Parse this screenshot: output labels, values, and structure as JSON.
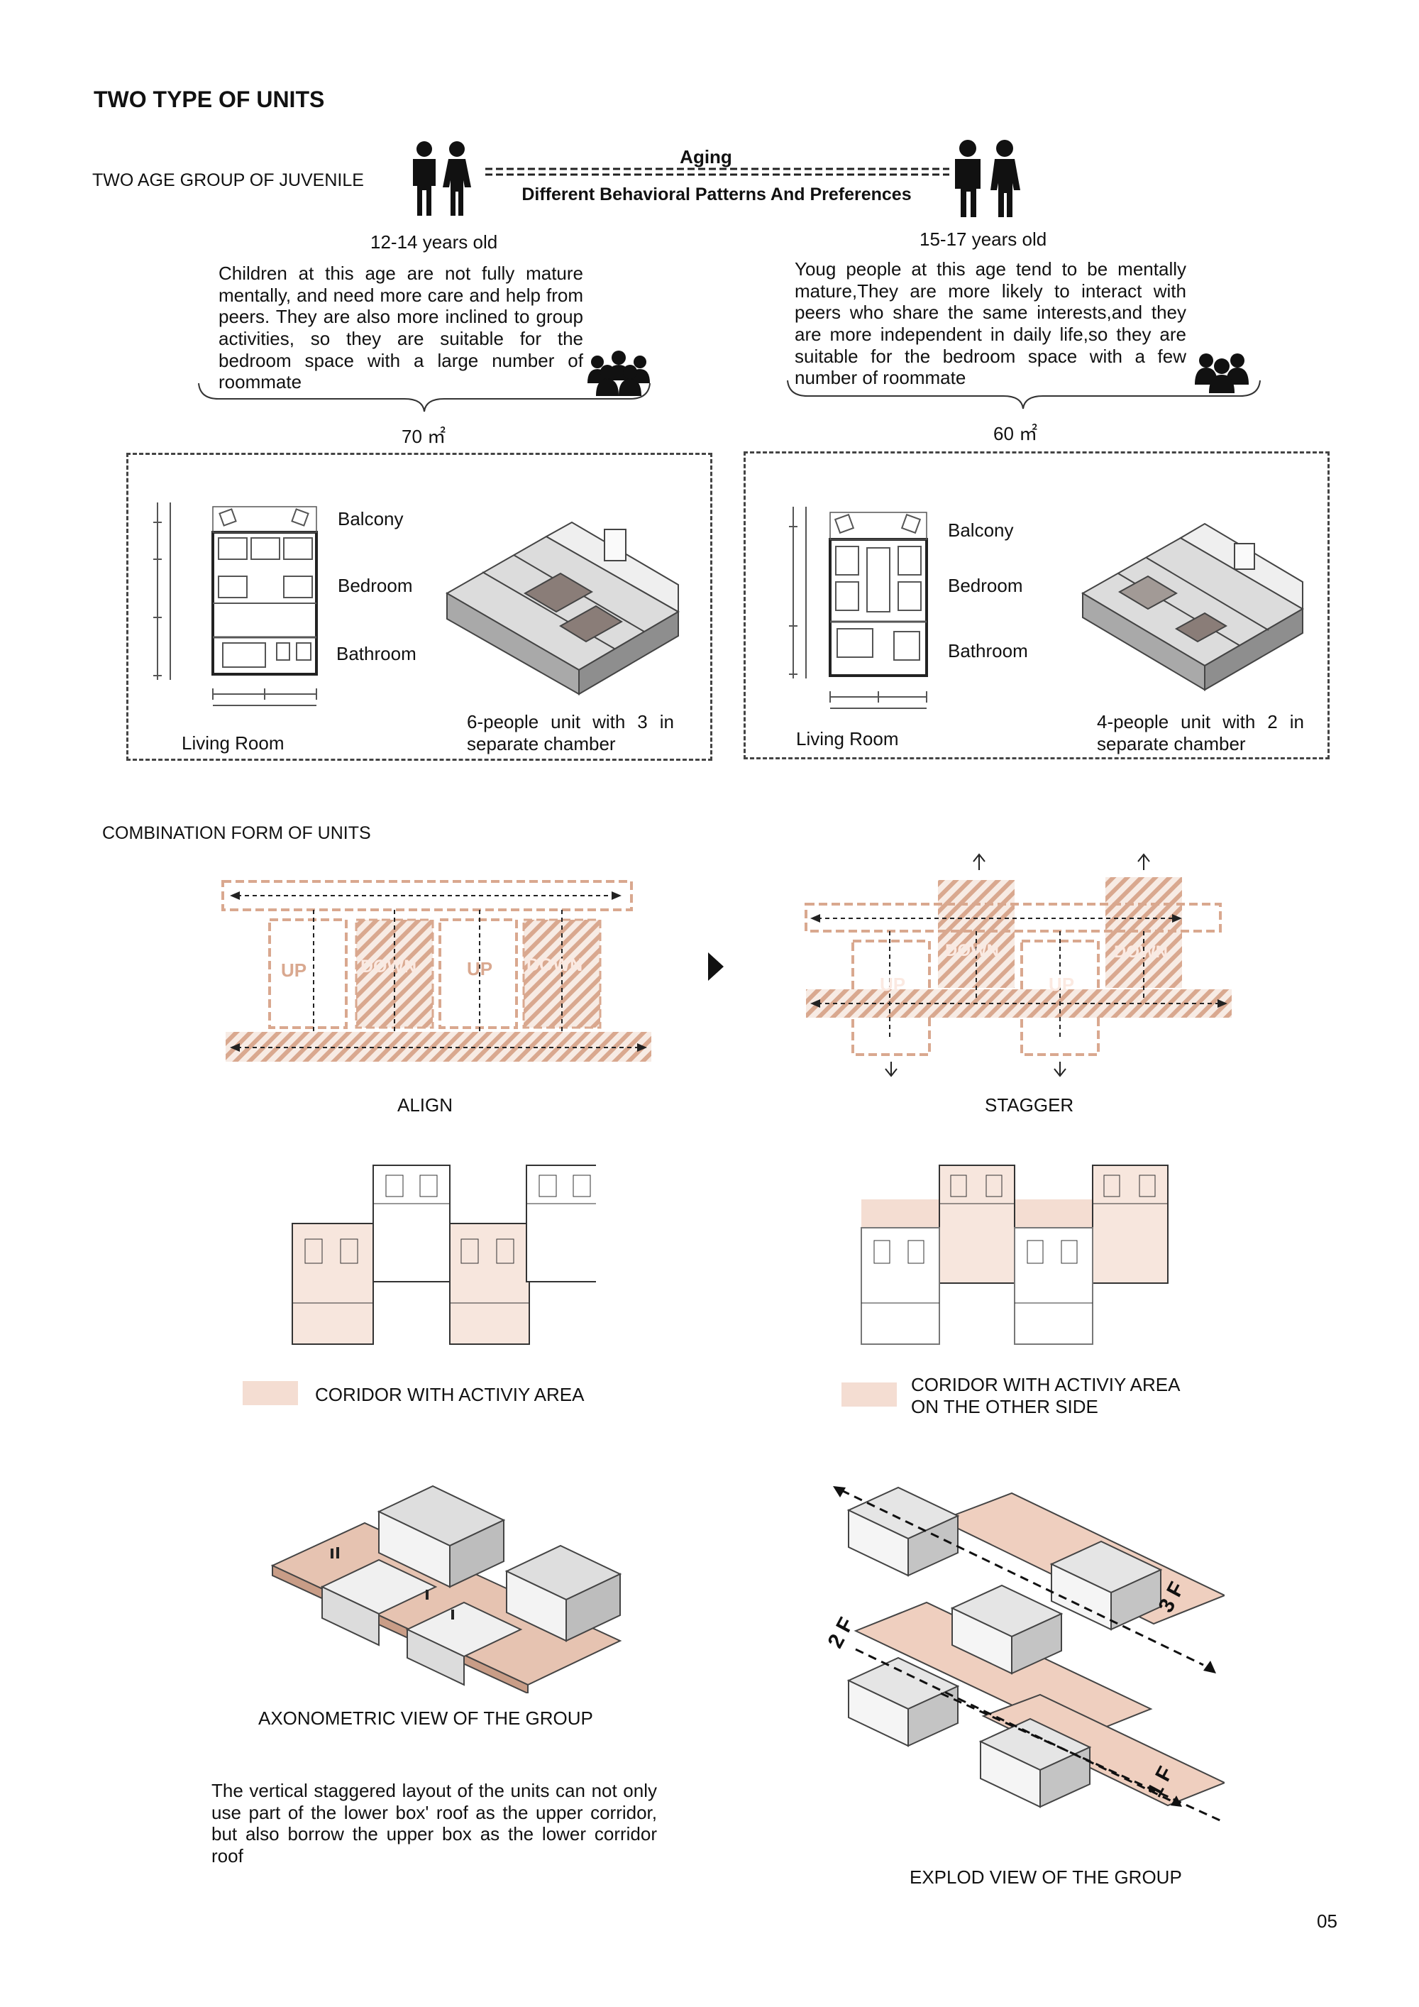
{
  "page": {
    "title": "TWO TYPE OF UNITS",
    "page_number": "05",
    "accent_color": "#d9a88f",
    "light_accent_color": "#f4ddd2"
  },
  "age_groups": {
    "label": "TWO AGE GROUP OF JUVENILE",
    "aging_label": "Aging",
    "behavior_label": "Different Behavioral Patterns And Preferences",
    "younger": {
      "age": "12-14 years old",
      "description": "Children at this age are not fully mature mentally, and need more care and help from peers. They are also more inclined to group activities, so they are suitable for the bedroom space with a large number of roommate",
      "area": "70 ㎡"
    },
    "older": {
      "age": "15-17 years old",
      "description": "Youg people at this age tend to be mentally mature,They are more likely to interact with peers who share the same interests,and they are more independent in  daily life,so they are suitable for the bedroom space with a few number of roommate",
      "area": "60 ㎡"
    }
  },
  "units": {
    "unit_a": {
      "rooms": [
        "Balcony",
        "Bedroom",
        "Bathroom",
        "Living Room"
      ],
      "caption": "6-people unit with 3 in separate chamber"
    },
    "unit_b": {
      "rooms": [
        "Balcony",
        "Bedroom",
        "Bathroom",
        "Living Room"
      ],
      "caption": "4-people unit with 2 in separate chamber"
    }
  },
  "combination": {
    "title": "COMBINATION FORM OF UNITS",
    "up_label": "UP",
    "down_label": "DOWN",
    "align_label": "ALIGN",
    "stagger_label": "STAGGER",
    "legend_align": "CORIDOR WITH ACTIVIY AREA",
    "legend_stagger": "CORIDOR WITH ACTIVIY AREA ON THE OTHER SIDE",
    "axo_label": "AXONOMETRIC VIEW OF THE GROUP",
    "explode_label": "EXPLOD VIEW OF THE GROUP",
    "floor_labels": [
      "3 F",
      "2 F",
      "1 F"
    ],
    "stagger_note": "The vertical staggered layout of the units can not only use part of the lower box' roof as the upper corridor, but also borrow the upper box as the lower corridor roof"
  }
}
